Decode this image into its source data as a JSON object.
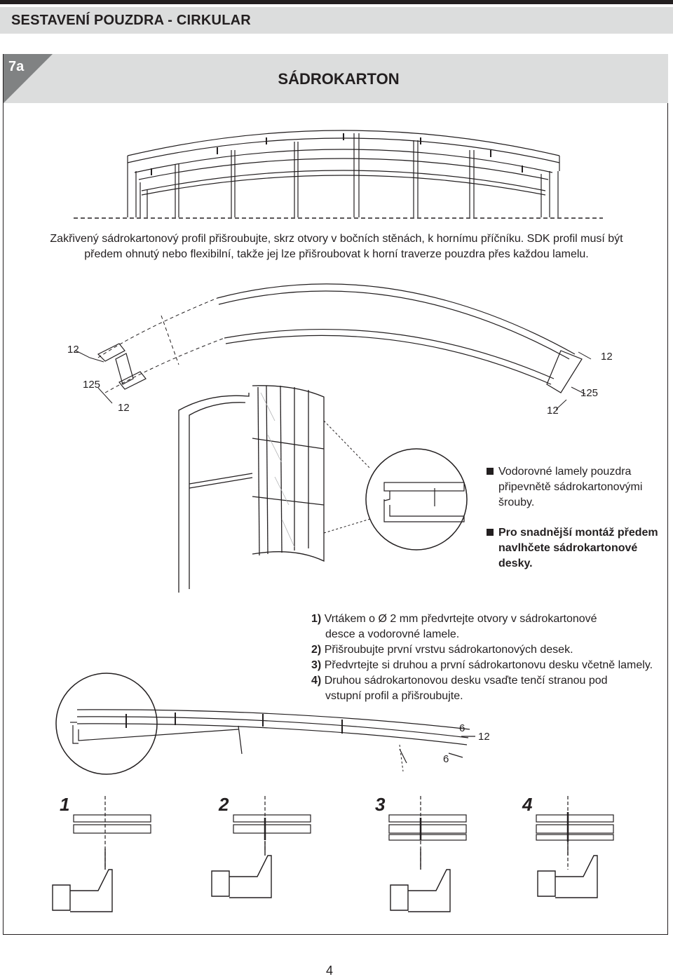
{
  "header": {
    "title": "SESTAVENÍ POUZDRA - CIRKULAR"
  },
  "step": {
    "number": "7a",
    "section_title": "SÁDROKARTON"
  },
  "intro": {
    "line1": "Zakřivený sádrokartonový profil přišroubujte, skrz otvory v bočních stěnách, k hornímu příčníku. SDK profil musí být",
    "line2": "předem ohnutý nebo flexibilní, takže jej lze přišroubovat k horní traverze pouzdra přes každou lamelu."
  },
  "dimensions_left": {
    "top": "12",
    "mid": "125",
    "bottom": "12"
  },
  "dimensions_right": {
    "top": "12",
    "mid": "125",
    "bottom": "12"
  },
  "dimensions_lower": {
    "a": "6",
    "b": "12",
    "c": "6"
  },
  "notes": [
    {
      "text": "Vodorovné lamely pouzdra připevnětě sádrokartonovými šrouby."
    },
    {
      "text": "Pro snadnější montáž předem navlhčete sádrokartonové desky."
    }
  ],
  "steps": [
    {
      "num": "1)",
      "line1": "Vrtákem o Ø 2 mm předvrtejte otvory v sádrokartonové",
      "line2": "desce a vodorovné lamele."
    },
    {
      "num": "2)",
      "line1": "Přišroubujte první vrstvu sádrokartonových desek.",
      "line2": ""
    },
    {
      "num": "3)",
      "line1": "Předvrtejte si druhou a první sádrokartonovu desku včetně lamely.",
      "line2": ""
    },
    {
      "num": "4)",
      "line1": "Druhou sádrokartonovou desku vsaďte tenčí stranou pod",
      "line2": "vstupní profil a přišroubujte."
    }
  ],
  "sequence": [
    "1",
    "2",
    "3",
    "4"
  ],
  "page_number": "4",
  "colors": {
    "dark": "#231f20",
    "header_bg": "#dcdddd",
    "corner": "#808283"
  }
}
